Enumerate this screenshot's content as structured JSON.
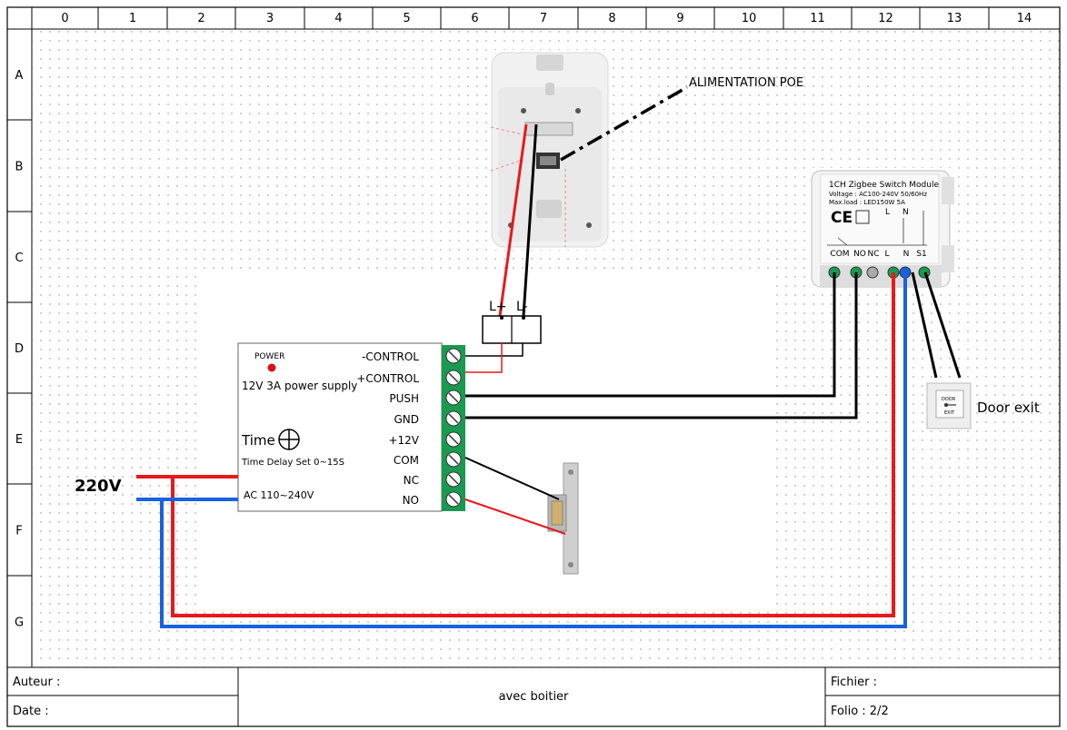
{
  "grid": {
    "columns": [
      "0",
      "1",
      "2",
      "3",
      "4",
      "5",
      "6",
      "7",
      "8",
      "9",
      "10",
      "11",
      "12",
      "13",
      "14"
    ],
    "rows": [
      "A",
      "B",
      "C",
      "D",
      "E",
      "F",
      "G"
    ]
  },
  "labels": {
    "poe": "ALIMENTATION POE",
    "v220": "220V",
    "door_exit": "Door exit",
    "lplus": "L+",
    "lminus": "L-"
  },
  "power_supply": {
    "power": "POWER",
    "title": "12V 3A power supply",
    "time": "Time",
    "delay": "Time Delay Set 0~15S",
    "ac": "AC 110~240V",
    "terminals": [
      "-CONTROL",
      "+CONTROL",
      "PUSH",
      "GND",
      "+12V",
      "COM",
      "NC",
      "NO"
    ]
  },
  "zigbee": {
    "line1": "1CH Zigbee Switch Module",
    "line2": "Voltage : AC100-240V 50/60Hz",
    "line3": "Max.load : LED150W 5A",
    "terminals": [
      "COM",
      "NO",
      "NC",
      "L",
      "N",
      "S1"
    ],
    "ln": [
      "L",
      "N"
    ]
  },
  "door_button": {
    "line1": "DOOR",
    "line2": "EXIT"
  },
  "title_block": {
    "auteur": "Auteur :",
    "date": "Date :",
    "center": "avec boitier",
    "fichier": "Fichier :",
    "folio": "Folio : 2/2"
  },
  "colors": {
    "red": "#e8191c",
    "blue": "#1662e0",
    "black": "#000000"
  }
}
